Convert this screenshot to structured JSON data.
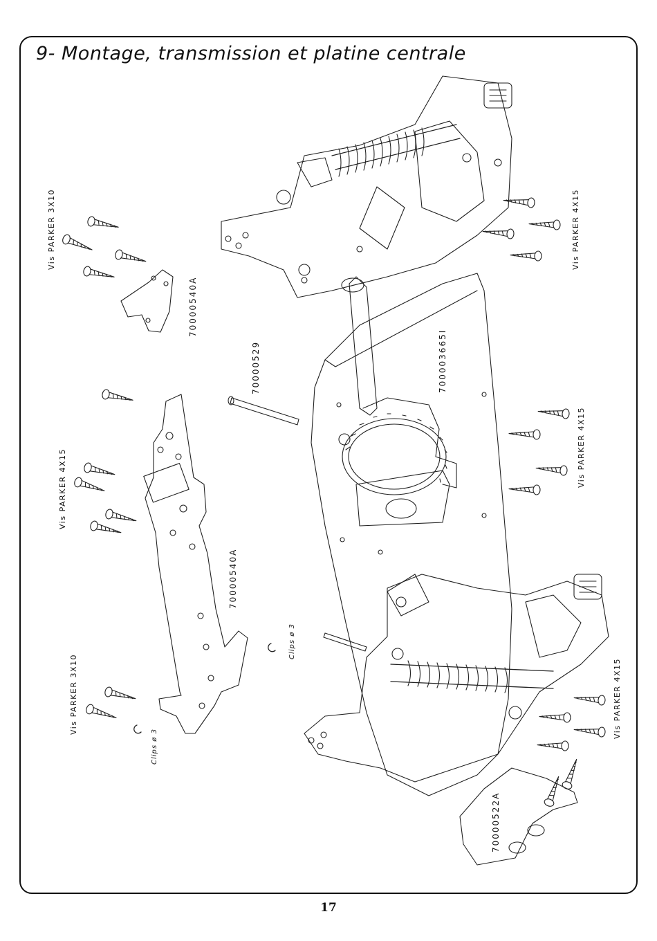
{
  "header": {
    "title": "9- Montage, transmission et platine centrale"
  },
  "labels": {
    "screw_3x10_top": "Vis PARKER 3X10",
    "screw_4x15_left": "Vis PARKER 4X15",
    "screw_3x10_bottom": "Vis PARKER 3X10",
    "screw_4x15_right_top": "Vis PARKER 4X15",
    "screw_4x15_right_mid": "Vis PARKER 4X15",
    "screw_4x15_right_bottom": "Vis PARKER 4X15",
    "part_70000540A_bracket": "70000540A",
    "part_70000540A_plate": "70000540A",
    "part_70000529": "70000529",
    "part_70003665I": "700003665I",
    "part_70000522A": "70000522A",
    "clips_center": "Clips ø 3",
    "clips_bottom": "Clips ø 3"
  },
  "footer": {
    "page_number": "17"
  }
}
